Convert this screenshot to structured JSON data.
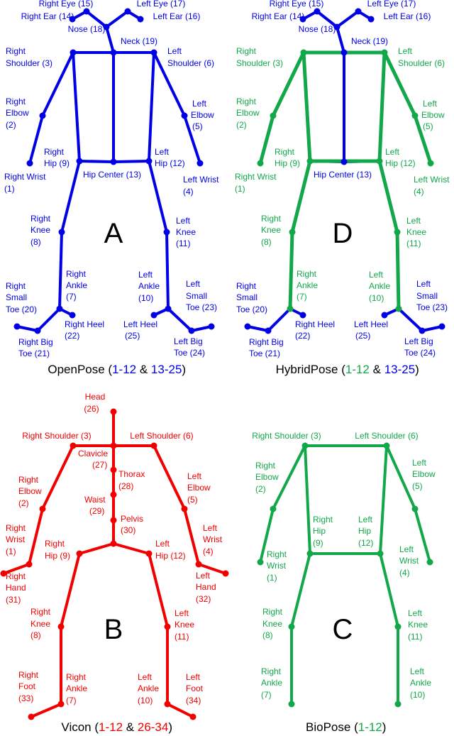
{
  "colors": {
    "openpose": "#0000e6",
    "vicon": "#f20000",
    "biopose": "#12a84a",
    "text": "#000000"
  },
  "panels": {
    "A": {
      "letter": "A",
      "caption": {
        "name": "OpenPose",
        "open": " (",
        "r1": "1-12",
        "amp": " & ",
        "r2": "13-25",
        "close": ")"
      },
      "labels": {
        "right_eye": "Right Eye (15)",
        "left_eye": "Left Eye (17)",
        "right_ear": "Right Ear (14)",
        "left_ear": "Left Ear (16)",
        "nose": "Nose (18)",
        "neck": "Neck (19)",
        "right_shoulder_1": "Right",
        "right_shoulder_2": "Shoulder (3)",
        "left_shoulder_1": "Left",
        "left_shoulder_2": "Shoulder (6)",
        "right_elbow_1": "Right",
        "right_elbow_2": "Elbow",
        "right_elbow_3": "(2)",
        "left_elbow_1": "Left",
        "left_elbow_2": "Elbow",
        "left_elbow_3": "(5)",
        "right_hip_1": "Right",
        "right_hip_2": "Hip (9)",
        "left_hip_1": "Left",
        "left_hip_2": "Hip (12)",
        "right_wrist_1": "Right Wrist",
        "right_wrist_2": "(1)",
        "left_wrist_1": "Left Wrist",
        "left_wrist_2": "(4)",
        "hip_center": "Hip Center (13)",
        "right_knee_1": "Right",
        "right_knee_2": "Knee",
        "right_knee_3": "(8)",
        "left_knee_1": "Left",
        "left_knee_2": "Knee",
        "left_knee_3": "(11)",
        "right_ankle_1": "Right",
        "right_ankle_2": "Ankle",
        "right_ankle_3": "(7)",
        "left_ankle_1": "Left",
        "left_ankle_2": "Ankle",
        "left_ankle_3": "(10)",
        "right_small_toe_1": "Right",
        "right_small_toe_2": "Small",
        "right_small_toe_3": "Toe (20)",
        "left_small_toe_1": "Left",
        "left_small_toe_2": "Small",
        "left_small_toe_3": "Toe (23)",
        "right_heel_1": "Right Heel",
        "right_heel_2": "(22)",
        "left_heel_1": "Left Heel",
        "left_heel_2": "(25)",
        "right_big_toe_1": "Right Big",
        "right_big_toe_2": "Toe (21)",
        "left_big_toe_1": "Left Big",
        "left_big_toe_2": "Toe (24)"
      }
    },
    "D": {
      "letter": "D",
      "caption": {
        "name": "HybridPose",
        "open": " (",
        "r1": "1-12",
        "amp": " & ",
        "r2": "13-25",
        "close": ")"
      },
      "labels": {
        "right_eye": "Right Eye (15)",
        "left_eye": "Left Eye (17)",
        "right_ear": "Right Ear (14)",
        "left_ear": "Left Ear (16)",
        "nose": "Nose (18)",
        "neck": "Neck (19)",
        "right_shoulder_1": "Right",
        "right_shoulder_2": "Shoulder (3)",
        "left_shoulder_1": "Left",
        "left_shoulder_2": "Shoulder (6)",
        "right_elbow_1": "Right",
        "right_elbow_2": "Elbow",
        "right_elbow_3": "(2)",
        "left_elbow_1": "Left",
        "left_elbow_2": "Elbow",
        "left_elbow_3": "(5)",
        "right_hip_1": "Right",
        "right_hip_2": "Hip (9)",
        "left_hip_1": "Left",
        "left_hip_2": "Hip (12)",
        "right_wrist_1": "Right Wrist",
        "right_wrist_2": "(1)",
        "left_wrist_1": "Left Wrist",
        "left_wrist_2": "(4)",
        "hip_center": "Hip Center (13)",
        "right_knee_1": "Right",
        "right_knee_2": "Knee",
        "right_knee_3": "(8)",
        "left_knee_1": "Left",
        "left_knee_2": "Knee",
        "left_knee_3": "(11)",
        "right_ankle_1": "Right",
        "right_ankle_2": "Ankle",
        "right_ankle_3": "(7)",
        "left_ankle_1": "Left",
        "left_ankle_2": "Ankle",
        "left_ankle_3": "(10)",
        "right_small_toe_1": "Right",
        "right_small_toe_2": "Small",
        "right_small_toe_3": "Toe (20)",
        "left_small_toe_1": "Left",
        "left_small_toe_2": "Small",
        "left_small_toe_3": "Toe (23)",
        "right_heel_1": "Right Heel",
        "right_heel_2": "(22)",
        "left_heel_1": "Left Heel",
        "left_heel_2": "(25)",
        "right_big_toe_1": "Right Big",
        "right_big_toe_2": "Toe (21)",
        "left_big_toe_1": "Left Big",
        "left_big_toe_2": "Toe (24)"
      }
    },
    "B": {
      "letter": "B",
      "caption": {
        "name": "Vicon",
        "open": " (",
        "r1": "1-12",
        "amp": " & ",
        "r2": "26-34",
        "close": ")"
      },
      "labels": {
        "head_1": "Head",
        "head_2": "(26)",
        "right_shoulder": "Right Shoulder (3)",
        "left_shoulder": "Left Shoulder (6)",
        "clavicle_1": "Clavicle",
        "clavicle_2": "(27)",
        "thorax_1": "Thorax",
        "thorax_2": "(28)",
        "waist_1": "Waist",
        "waist_2": "(29)",
        "pelvis_1": "Pelvis",
        "pelvis_2": "(30)",
        "right_elbow_1": "Right",
        "right_elbow_2": "Elbow",
        "right_elbow_3": "(2)",
        "left_elbow_1": "Left",
        "left_elbow_2": "Elbow",
        "left_elbow_3": "(5)",
        "right_wrist_1": "Right",
        "right_wrist_2": "Wrist",
        "right_wrist_3": "(1)",
        "left_wrist_1": "Left",
        "left_wrist_2": "Wrist",
        "left_wrist_3": "(4)",
        "right_hip_1": "Right",
        "right_hip_2": "Hip (9)",
        "left_hip_1": "Left",
        "left_hip_2": "Hip (12)",
        "right_hand_1": "Right",
        "right_hand_2": "Hand",
        "right_hand_3": "(31)",
        "left_hand_1": "Left",
        "left_hand_2": "Hand",
        "left_hand_3": "(32)",
        "right_knee_1": "Right",
        "right_knee_2": "Knee",
        "right_knee_3": "(8)",
        "left_knee_1": "Left",
        "left_knee_2": "Knee",
        "left_knee_3": "(11)",
        "right_foot_1": "Right",
        "right_foot_2": "Foot",
        "right_foot_3": "(33)",
        "right_ankle_1": "Right",
        "right_ankle_2": "Ankle",
        "right_ankle_3": "(7)",
        "left_ankle_1": "Left",
        "left_ankle_2": "Ankle",
        "left_ankle_3": "(10)",
        "left_foot_1": "Left",
        "left_foot_2": "Foot",
        "left_foot_3": "(34)"
      }
    },
    "C": {
      "letter": "C",
      "caption": {
        "name": "BioPose",
        "open": " (",
        "r1": "1-12",
        "close": ")"
      },
      "labels": {
        "right_shoulder": "Right Shoulder (3)",
        "left_shoulder": "Left Shoulder (6)",
        "right_elbow_1": "Right",
        "right_elbow_2": "Elbow",
        "right_elbow_3": "(2)",
        "left_elbow_1": "Left",
        "left_elbow_2": "Elbow",
        "left_elbow_3": "(5)",
        "right_hip_1": "Right",
        "right_hip_2": "Hip",
        "right_hip_3": "(9)",
        "left_hip_1": "Left",
        "left_hip_2": "Hip",
        "left_hip_3": "(12)",
        "right_wrist_1": "Right",
        "right_wrist_2": "Wrist",
        "right_wrist_3": "(1)",
        "left_wrist_1": "Left",
        "left_wrist_2": "Wrist",
        "left_wrist_3": "(4)",
        "right_knee_1": "Right",
        "right_knee_2": "Knee",
        "right_knee_3": "(8)",
        "left_knee_1": "Left",
        "left_knee_2": "Knee",
        "left_knee_3": "(11)",
        "right_ankle_1": "Right",
        "right_ankle_2": "Ankle",
        "right_ankle_3": "(7)",
        "left_ankle_1": "Left",
        "left_ankle_2": "Ankle",
        "left_ankle_3": "(10)"
      }
    }
  }
}
